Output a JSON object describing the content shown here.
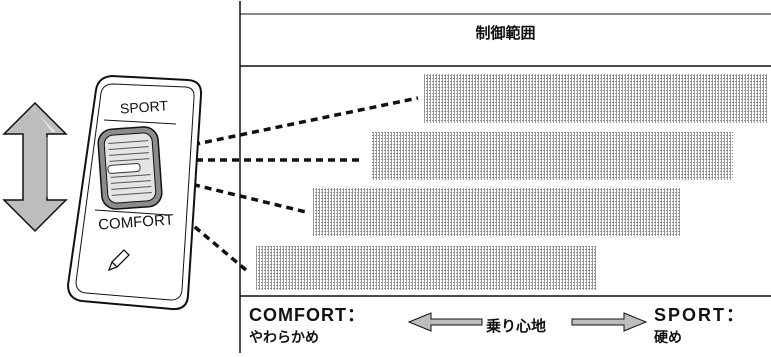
{
  "header": {
    "title": "制御範囲"
  },
  "switch": {
    "sport_label": "SPORT",
    "comfort_label": "COMFORT"
  },
  "scale": {
    "left_label_en": "COMFORT：",
    "left_label_jp": "やわらかめ",
    "middle_label": "乗り心地",
    "right_label_en": "SPORT：",
    "right_label_jp": "硬め"
  },
  "colors": {
    "line": "#111111",
    "bar": "#a8a8a8",
    "arrow": "#bdbdbd"
  },
  "icons": [
    "up-down-arrow-icon",
    "pen-icon",
    "left-arrow-icon",
    "right-arrow-icon"
  ]
}
